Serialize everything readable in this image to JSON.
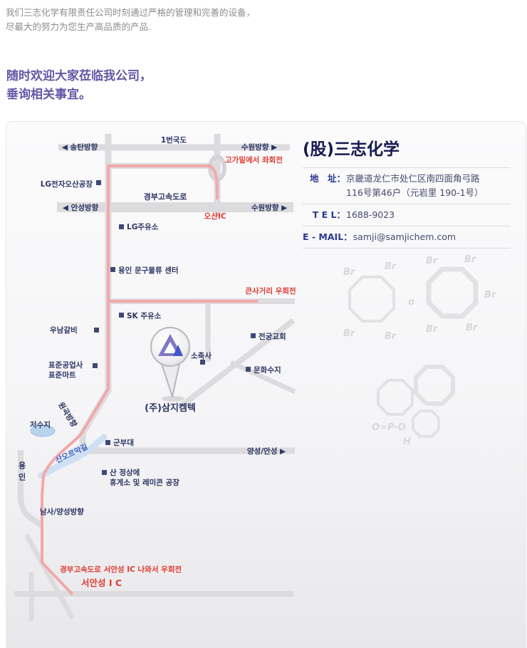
{
  "intro": {
    "line1": "我们三志化学有限责任公司时刻通过严格的管理和完善的设备，",
    "line2": "尽最大的努力为您生产高品质的产品."
  },
  "welcome": {
    "line1": "随时欢迎大家莅临我公司，",
    "line2": "垂询相关事宜。"
  },
  "map": {
    "labels": {
      "songtan_dir": "◀ 송탄방향",
      "national_road_1": "1번국도",
      "suwon_dir_top": "수원방향 ▶",
      "overpass_left_turn": "고가밑에서 좌회전",
      "lg_osan_factory": "LG전자오산공장",
      "anseong_dir": "◀ 안성방향",
      "gyeongbu_expressway": "경부고속도로",
      "suwon_dir_mid": "수원방향 ▶",
      "osan_ic": "오산IC",
      "lg_gas_station": "LG주유소",
      "yongin_stationery_center": "용인 문구물류 센터",
      "big_crossroad_right_turn": "큰사거리 우회전",
      "sk_gas_station": "SK 주유소",
      "unam_galbi": "우남갈비",
      "jeongung_church": "전궁교회",
      "small_cattle_shed": "소축사",
      "munhwa_resin": "문화수지",
      "pyojun_industry": "표준공업사",
      "pyojun_mart": "표준마트",
      "wongok_dir": "원곡방향",
      "reservoir": "저수지",
      "mountain_uphill_road": "산오르막길",
      "military_base": "군부대",
      "yangseong_anseong_dir": "양성/안성 ▶",
      "yongin": "용인",
      "summit_line1": "산 정상에",
      "summit_line2": "휴게소 및 레미콘 공장",
      "company_marker": "(주)삼지켐텍",
      "namsa_yangseong_dir": "남사/양성방향",
      "seoanseong_exit_note": "경부고속도로 서안성 IC 나와서 우회전",
      "seoanseong_ic": "서안성 I C"
    },
    "colors": {
      "route": "#f2a8a8",
      "road": "#dcdcde",
      "label": "#2c3463",
      "highlight_red": "#e2392d"
    }
  },
  "info": {
    "title": "(股)三志化学",
    "address_label": "地　址：",
    "address_line1": "京畿道龙仁市处仁区南四面角弓路",
    "address_line2": "116号第46户（元岩里 190-1号）",
    "tel_label": "T E L：",
    "tel_value": "1688-9023",
    "email_label": "E - MAIL：",
    "email_value": "samji@samjichem.com"
  },
  "watermark": {
    "br": "Br",
    "o": "o",
    "phosphate": "O=P-O",
    "hydrogen": "H"
  }
}
